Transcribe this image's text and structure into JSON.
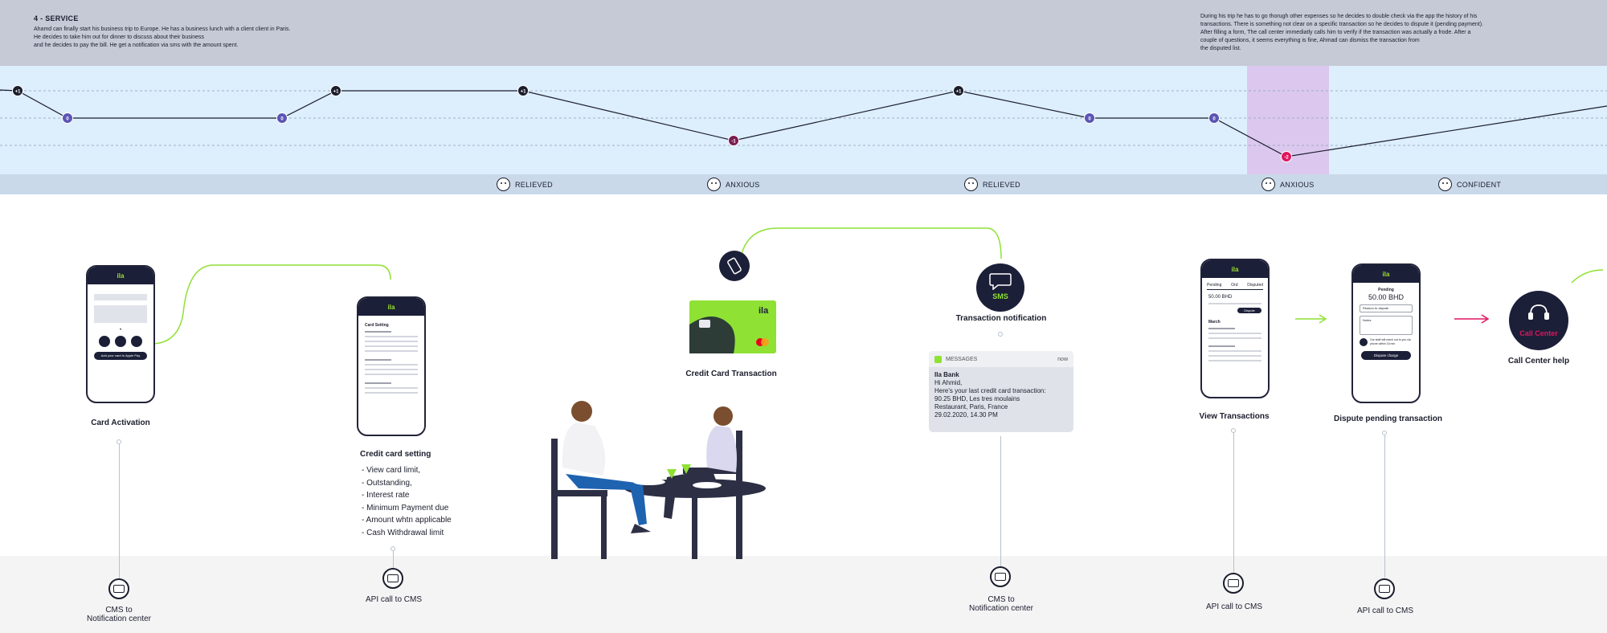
{
  "header": {
    "section_title": "4 - SERVICE",
    "left_text": "Ahamd can finally start his business trip to Europe. He has a business lunch with a client client in Paris.\nHe decides to take him out for dinner to discuss about their business\nand he decides to pay the bill. He get a notification via sms with the amount spent.",
    "right_text": "During his trip he has to go thorugh other expenses so he decides to double check via the app the history of his\ntransactions. There is something not clear on a specific transaction so he decides to dispute it (pending payment).\nAfter filling a form, The call center immediatly calls him to verify if the transaction was actually a frode. After a\ncouple of questions, it seems everything is fine, Ahmad can dismiss the transaction from\nthe disputed list."
  },
  "emotion_chart": {
    "levels": [
      "+1",
      "0",
      "-1",
      "-2"
    ],
    "points": [
      {
        "label": "+1",
        "value": 1
      },
      {
        "label": "0",
        "value": 0
      },
      {
        "label": "0",
        "value": 0
      },
      {
        "label": "+1",
        "value": 1
      },
      {
        "label": "+1",
        "value": 1
      },
      {
        "label": "-1",
        "value": -1
      },
      {
        "label": "+1",
        "value": 1
      },
      {
        "label": "0",
        "value": 0
      },
      {
        "label": "0",
        "value": 0
      },
      {
        "label": "-2",
        "value": -2
      }
    ],
    "colors": {
      "positive": "#1b1d2c",
      "neutral": "#5b55b5",
      "negative": "#7a1d52",
      "critical": "#e0155f",
      "line": "#1b1d2c"
    }
  },
  "emotions": [
    "RELIEVED",
    "ANXIOUS",
    "RELIEVED",
    "ANXIOUS",
    "CONFIDENT"
  ],
  "touchpoints": {
    "card_activation": {
      "label": "Card Activation",
      "apple_pay_button": "Add your card to Apple Pay"
    },
    "credit_card_setting": {
      "label": "Credit card setting",
      "screen_title": "Card Setting",
      "features": [
        "- View card limit,",
        "- Outstanding,",
        "- Interest rate",
        "- Minimum Payment due",
        "- Amount whtn applicable",
        "- Cash Withdrawal limit"
      ]
    },
    "credit_card_transaction": {
      "label": "Credit Card Transaction",
      "card_logo": "ila"
    },
    "transaction_notification": {
      "label": "Transaction notification",
      "sms_badge": "SMS",
      "message": {
        "app": "MESSAGES",
        "time": "now",
        "sender": "Ila Bank",
        "lines": [
          "Hi Ahmid,",
          "Here's your last credit card transaction:",
          "90.25 BHD, Les tres moulains",
          "Restaurant, Paris, France",
          "29.02.2020, 14.30 PM"
        ]
      }
    },
    "view_transactions": {
      "label": "View Transactions",
      "tabs": [
        "Pending",
        "Ord",
        "Disputed"
      ],
      "amount": "50.00 BHD",
      "dispute_button": "Dispute",
      "month": "March"
    },
    "dispute_pending": {
      "label": "Dispute pending transaction",
      "status": "Pending",
      "amount": "50.00 BHD",
      "reason_placeholder": "Reason to dispute",
      "notes_placeholder": "Notes",
      "info_text": "Our staff will reach out to you via phone within 15 min",
      "submit_button": "Dispute charge"
    },
    "call_center": {
      "label": "Call Center help",
      "badge": "Call Center"
    }
  },
  "backstage": [
    {
      "label": "CMS to\nNotification center"
    },
    {
      "label": "API call to CMS"
    },
    {
      "label": "CMS to\nNotification center"
    },
    {
      "label": "API call to CMS"
    },
    {
      "label": "API call to CMS"
    }
  ]
}
